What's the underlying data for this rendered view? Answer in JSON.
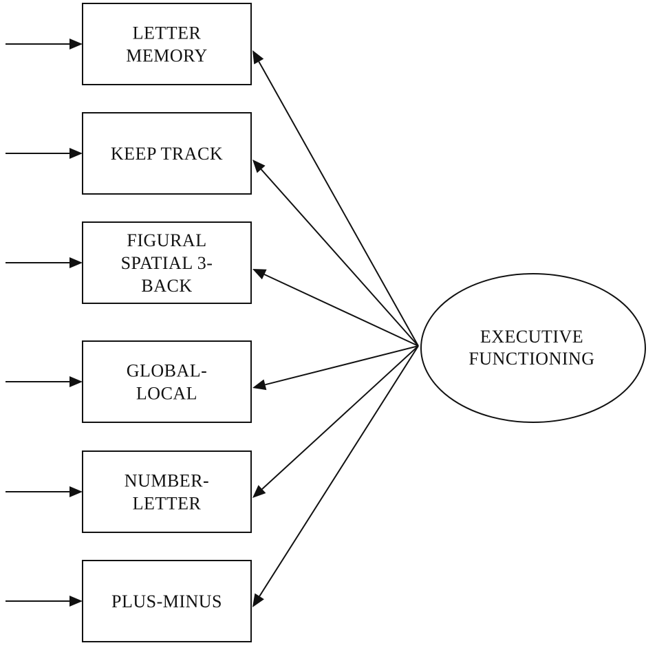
{
  "latent": {
    "label_lines": [
      "EXECUTIVE",
      "FUNCTIONING"
    ]
  },
  "indicators": [
    {
      "id": "letter-memory",
      "label_lines": [
        "LETTER",
        "MEMORY"
      ]
    },
    {
      "id": "keep-track",
      "label_lines": [
        "KEEP TRACK"
      ]
    },
    {
      "id": "figural-spatial-3-back",
      "label_lines": [
        "FIGURAL",
        "SPATIAL 3-",
        "BACK"
      ]
    },
    {
      "id": "global-local",
      "label_lines": [
        "GLOBAL-",
        "LOCAL"
      ]
    },
    {
      "id": "number-letter",
      "label_lines": [
        "NUMBER-",
        "LETTER"
      ]
    },
    {
      "id": "plus-minus",
      "label_lines": [
        "PLUS-MINUS"
      ]
    }
  ],
  "colors": {
    "stroke": "#111111",
    "background": "#ffffff"
  }
}
